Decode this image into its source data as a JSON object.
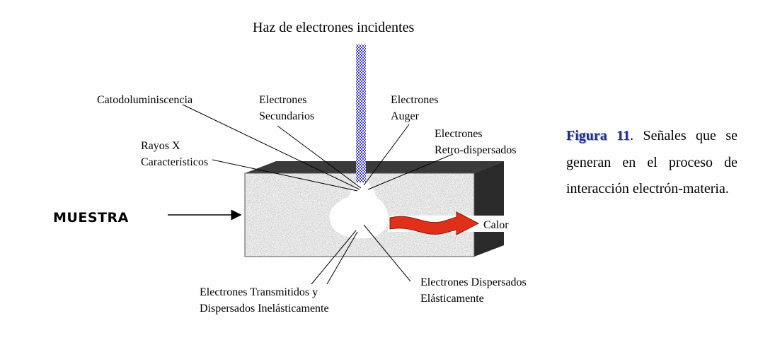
{
  "title": "Haz de electrones incidentes",
  "sample_label": "MUESTRA",
  "labels": {
    "catodoluminiscencia": "Catodoluminiscencia",
    "secundarios": [
      "Electrones",
      "Secundarios"
    ],
    "auger": [
      "Electrones",
      "Auger"
    ],
    "retro": [
      "Electrones",
      "Retro-dispersados"
    ],
    "rayos_x": [
      "Rayos X",
      "Característicos"
    ],
    "calor": "Calor",
    "transmitidos": [
      "Electrones Transmitidos y",
      "Dispersados Inelásticamente"
    ],
    "elasticos": [
      "Electrones Dispersados",
      "Elásticamente"
    ]
  },
  "caption": {
    "figure": "Figura 11",
    "text": ". Señales que se generan en el proceso de interacción electrón-materia."
  },
  "colors": {
    "beam": "#3b3bd6",
    "heat_arrow": "#e0301a",
    "top_face": "#3a3a3a",
    "caption_figure": "#1f2f86"
  }
}
